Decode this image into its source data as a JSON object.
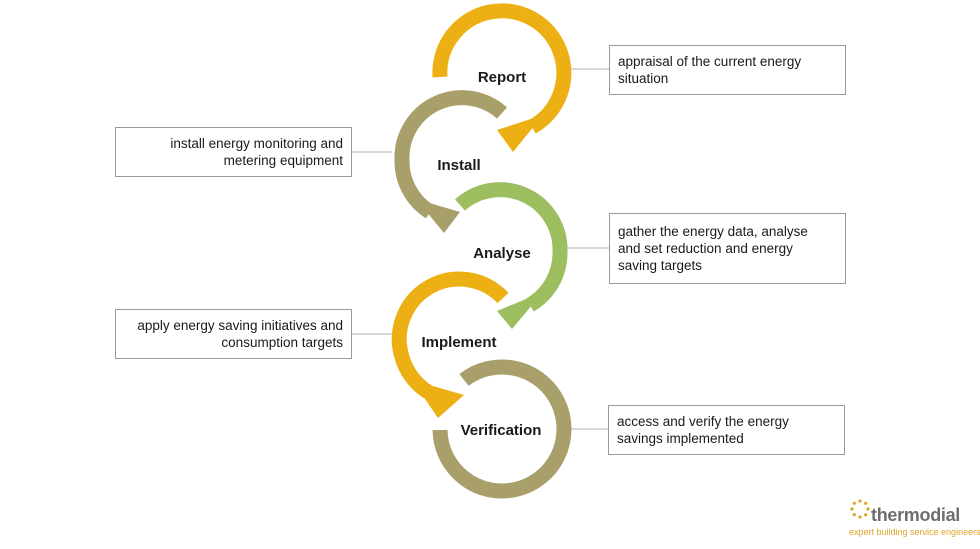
{
  "colors": {
    "gold": "#ecb014",
    "olive": "#a89f6a",
    "green": "#9cbe5e",
    "connector": "#b3b3b3",
    "box_border": "#9a9a9a",
    "logo_text": "#6e6e6e",
    "logo_accent": "#e0a526"
  },
  "stages": [
    {
      "label": "Report",
      "color": "gold"
    },
    {
      "label": "Install",
      "color": "olive"
    },
    {
      "label": "Analyse",
      "color": "green"
    },
    {
      "label": "Implement",
      "color": "gold"
    },
    {
      "label": "Verification",
      "color": "olive"
    }
  ],
  "descriptions": [
    {
      "line1": "appraisal of the current energy",
      "line2": "situation",
      "line3": ""
    },
    {
      "line1": "install energy monitoring and",
      "line2": "metering equipment",
      "line3": ""
    },
    {
      "line1": "gather the energy data, analyse",
      "line2": "and set reduction and energy",
      "line3": "saving targets"
    },
    {
      "line1": "apply energy saving initiatives and",
      "line2": "consumption targets",
      "line3": ""
    },
    {
      "line1": "access and verify the energy",
      "line2": "savings implemented",
      "line3": ""
    }
  ],
  "logo": {
    "name": "thermodial",
    "tagline": "expert building service engineers",
    "mark_icon": "sunburst-icon"
  }
}
